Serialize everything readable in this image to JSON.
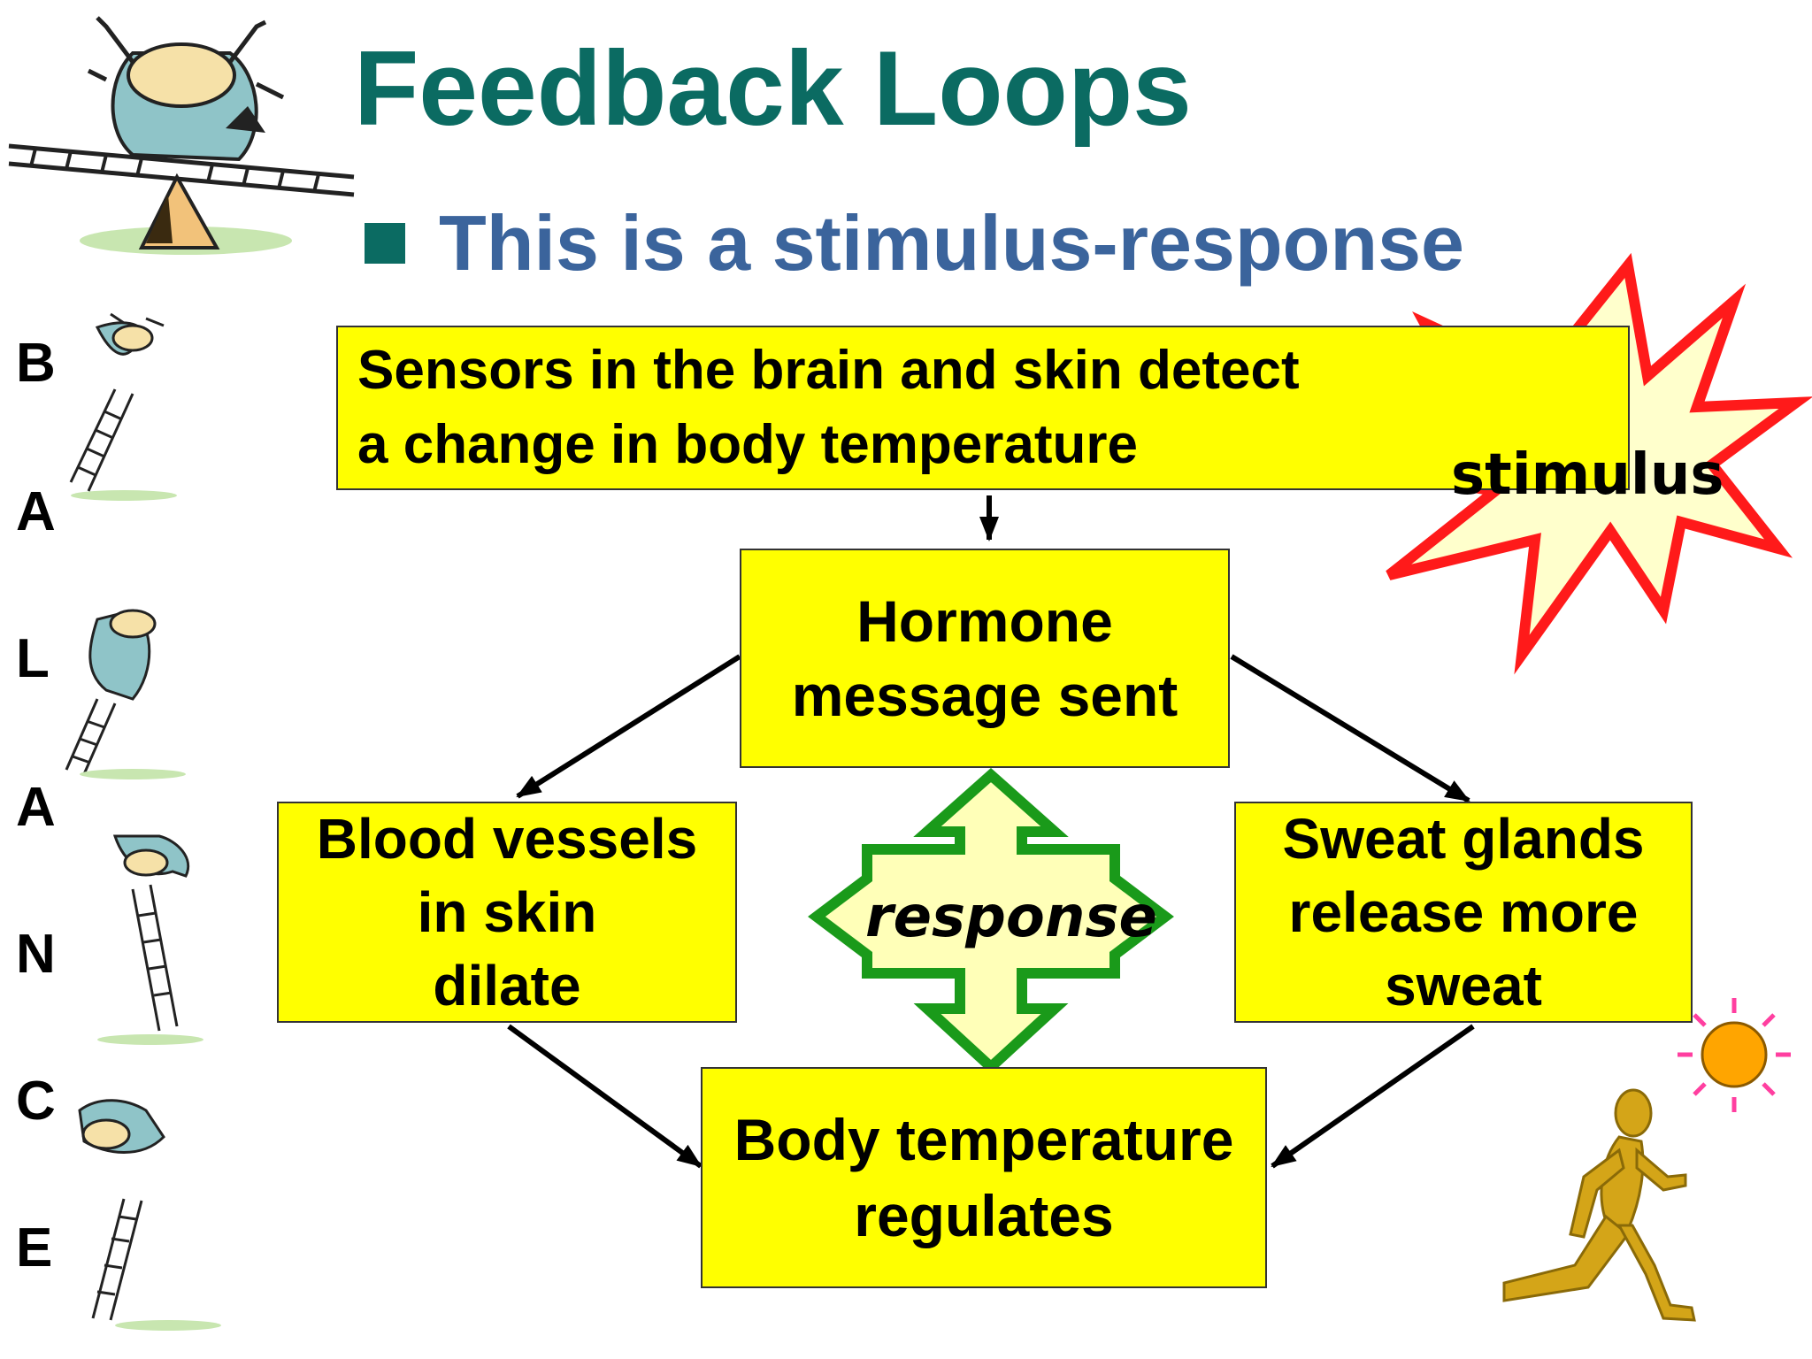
{
  "header": {
    "title": "Feedback Loops",
    "bullet_text": "This is a stimulus-response"
  },
  "side_word": [
    "B",
    "A",
    "L",
    "A",
    "N",
    "C",
    "E"
  ],
  "diagram": {
    "sensors_line1": "Sensors in the brain and skin detect",
    "sensors_line2": "a change in body temperature",
    "hormone_line1": "Hormone",
    "hormone_line2": "message sent",
    "blood_line1": "Blood vessels",
    "blood_line2": "in skin",
    "blood_line3": "dilate",
    "sweat_line1": "Sweat glands",
    "sweat_line2": "release more",
    "sweat_line3": "sweat",
    "body_line1": "Body temperature",
    "body_line2": "regulates",
    "stimulus_label": "stimulus",
    "response_label": "response"
  },
  "colors": {
    "title": "#0b6b62",
    "subtitle": "#3b649c",
    "box_fill": "#ffff00",
    "starburst_stroke": "#ff1a1a",
    "starburst_fill": "#ffffcc",
    "response_arrow_stroke": "#1a9a1a",
    "response_arrow_fill": "#ffffb8"
  },
  "icons": [
    "seesaw-balance-figure-icon",
    "ladder-climber-icon",
    "sun-icon",
    "running-man-icon"
  ]
}
